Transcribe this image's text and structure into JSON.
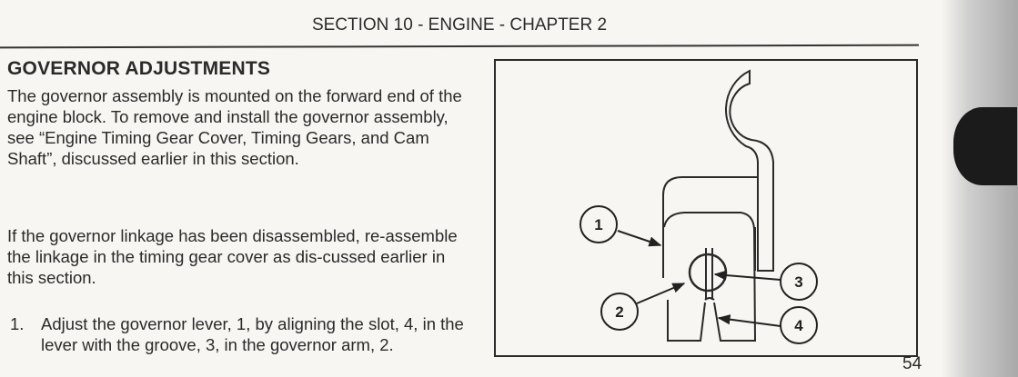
{
  "header": "SECTION 10 - ENGINE - CHAPTER 2",
  "heading": "GOVERNOR ADJUSTMENTS",
  "paragraphs": [
    "The governor assembly is mounted on the forward end of the engine block. To remove and install the governor assembly, see “Engine Timing Gear Cover, Timing Gears, and Cam Shaft”, discussed earlier in this section.",
    "If the governor linkage has been disassembled, re-assemble the linkage in the timing gear cover as dis-cussed earlier in this section."
  ],
  "steps": [
    {
      "number": "1.",
      "text": "Adjust the governor lever, 1, by aligning the slot, 4, in the lever with the groove, 3, in the governor arm, 2."
    }
  ],
  "figure": {
    "callouts": [
      "1",
      "2",
      "3",
      "4"
    ],
    "number": "54"
  }
}
